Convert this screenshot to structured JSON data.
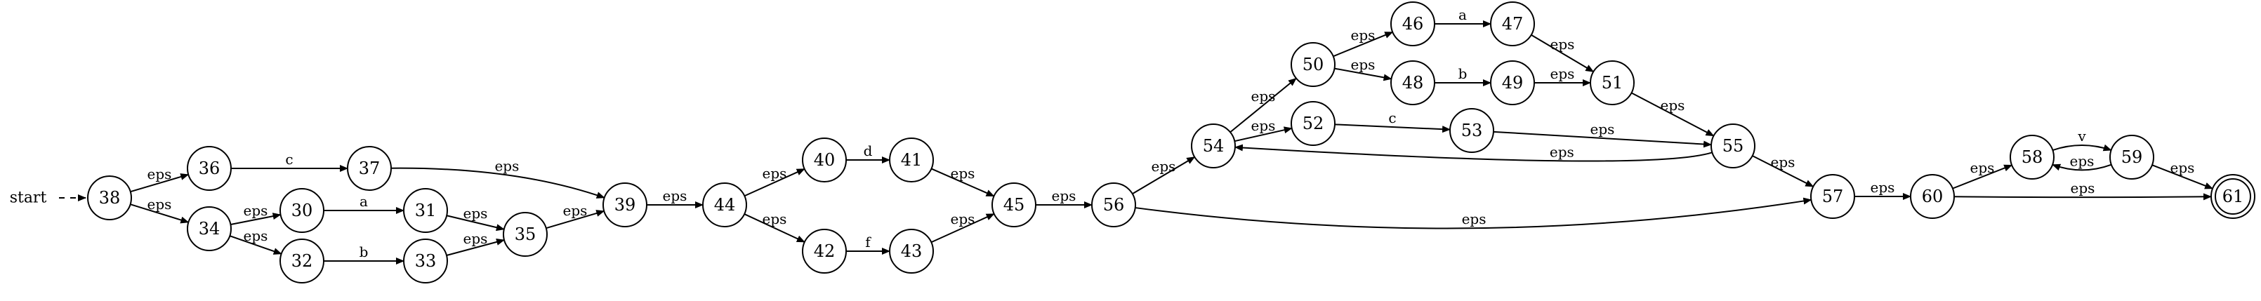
{
  "start_label": "start",
  "start_node": "38",
  "nodes": [
    {
      "id": "30"
    },
    {
      "id": "31"
    },
    {
      "id": "32"
    },
    {
      "id": "33"
    },
    {
      "id": "34"
    },
    {
      "id": "35"
    },
    {
      "id": "36"
    },
    {
      "id": "37"
    },
    {
      "id": "38"
    },
    {
      "id": "39"
    },
    {
      "id": "40"
    },
    {
      "id": "41"
    },
    {
      "id": "42"
    },
    {
      "id": "43"
    },
    {
      "id": "44"
    },
    {
      "id": "45"
    },
    {
      "id": "46"
    },
    {
      "id": "47"
    },
    {
      "id": "48"
    },
    {
      "id": "49"
    },
    {
      "id": "50"
    },
    {
      "id": "51"
    },
    {
      "id": "52"
    },
    {
      "id": "53"
    },
    {
      "id": "54"
    },
    {
      "id": "55"
    },
    {
      "id": "56"
    },
    {
      "id": "57"
    },
    {
      "id": "58"
    },
    {
      "id": "59"
    },
    {
      "id": "60"
    },
    {
      "id": "61",
      "final": true
    }
  ],
  "edges": [
    {
      "from": "38",
      "to": "36",
      "label": "eps"
    },
    {
      "from": "38",
      "to": "34",
      "label": "eps"
    },
    {
      "from": "36",
      "to": "37",
      "label": "c"
    },
    {
      "from": "37",
      "to": "39",
      "label": "eps"
    },
    {
      "from": "34",
      "to": "30",
      "label": "eps"
    },
    {
      "from": "34",
      "to": "32",
      "label": "eps"
    },
    {
      "from": "30",
      "to": "31",
      "label": "a"
    },
    {
      "from": "31",
      "to": "35",
      "label": "eps"
    },
    {
      "from": "32",
      "to": "33",
      "label": "b"
    },
    {
      "from": "33",
      "to": "35",
      "label": "eps"
    },
    {
      "from": "35",
      "to": "39",
      "label": "eps"
    },
    {
      "from": "39",
      "to": "44",
      "label": "eps"
    },
    {
      "from": "44",
      "to": "40",
      "label": "eps"
    },
    {
      "from": "44",
      "to": "42",
      "label": "eps"
    },
    {
      "from": "40",
      "to": "41",
      "label": "d"
    },
    {
      "from": "42",
      "to": "43",
      "label": "f"
    },
    {
      "from": "41",
      "to": "45",
      "label": "eps"
    },
    {
      "from": "43",
      "to": "45",
      "label": "eps"
    },
    {
      "from": "45",
      "to": "56",
      "label": "eps"
    },
    {
      "from": "56",
      "to": "54",
      "label": "eps"
    },
    {
      "from": "56",
      "to": "57",
      "label": "eps"
    },
    {
      "from": "54",
      "to": "50",
      "label": "eps"
    },
    {
      "from": "54",
      "to": "52",
      "label": "eps"
    },
    {
      "from": "50",
      "to": "46",
      "label": "eps"
    },
    {
      "from": "50",
      "to": "48",
      "label": "eps"
    },
    {
      "from": "46",
      "to": "47",
      "label": "a"
    },
    {
      "from": "48",
      "to": "49",
      "label": "b"
    },
    {
      "from": "47",
      "to": "51",
      "label": "eps"
    },
    {
      "from": "49",
      "to": "51",
      "label": "eps"
    },
    {
      "from": "51",
      "to": "55",
      "label": "eps"
    },
    {
      "from": "52",
      "to": "53",
      "label": "c"
    },
    {
      "from": "53",
      "to": "55",
      "label": "eps"
    },
    {
      "from": "55",
      "to": "54",
      "label": "eps"
    },
    {
      "from": "55",
      "to": "57",
      "label": "eps"
    },
    {
      "from": "57",
      "to": "60",
      "label": "eps"
    },
    {
      "from": "60",
      "to": "58",
      "label": "eps"
    },
    {
      "from": "60",
      "to": "61",
      "label": "eps"
    },
    {
      "from": "58",
      "to": "59",
      "label": "v"
    },
    {
      "from": "59",
      "to": "58",
      "label": "eps"
    },
    {
      "from": "59",
      "to": "61",
      "label": "eps"
    }
  ]
}
